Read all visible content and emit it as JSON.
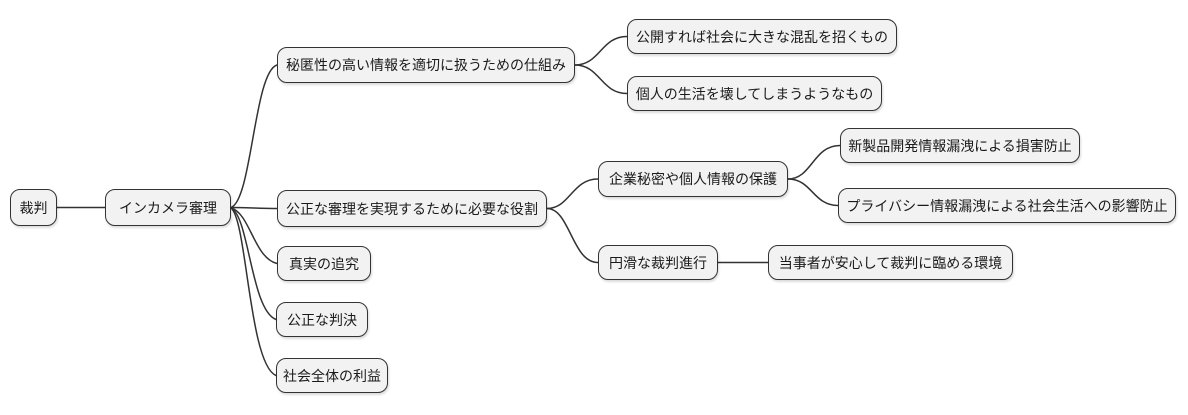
{
  "diagram_type": "mindmap",
  "colors": {
    "node_fill": "#f2f2f2",
    "node_border": "#333333",
    "edge": "#333333",
    "background": "#ffffff",
    "text": "#1a1a1a"
  },
  "nodes": {
    "trial": {
      "label": "裁判",
      "level": 0
    },
    "in_camera": {
      "label": "インカメラ審理",
      "level": 1
    },
    "mechanism": {
      "label": "秘匿性の高い情報を適切に扱うための仕組み",
      "level": 2
    },
    "chaos": {
      "label": "公開すれば社会に大きな混乱を招くもの",
      "level": 3
    },
    "personal_life": {
      "label": "個人の生活を壊してしまうようなもの",
      "level": 3
    },
    "role": {
      "label": "公正な審理を実現するために必要な役割",
      "level": 2
    },
    "protection": {
      "label": "企業秘密や個人情報の保護",
      "level": 3
    },
    "damage": {
      "label": "新製品開発情報漏洩による損害防止",
      "level": 4
    },
    "privacy": {
      "label": "プライバシー情報漏洩による社会生活への影響防止",
      "level": 4
    },
    "smooth": {
      "label": "円滑な裁判進行",
      "level": 3
    },
    "environment": {
      "label": "当事者が安心して裁判に臨める環境",
      "level": 4
    },
    "truth": {
      "label": "真実の追究",
      "level": 2
    },
    "verdict": {
      "label": "公正な判決",
      "level": 2
    },
    "society": {
      "label": "社会全体の利益",
      "level": 2
    }
  },
  "edges": [
    {
      "from": "trial",
      "to": "in_camera"
    },
    {
      "from": "in_camera",
      "to": "mechanism"
    },
    {
      "from": "in_camera",
      "to": "role"
    },
    {
      "from": "in_camera",
      "to": "truth"
    },
    {
      "from": "in_camera",
      "to": "verdict"
    },
    {
      "from": "in_camera",
      "to": "society"
    },
    {
      "from": "mechanism",
      "to": "chaos"
    },
    {
      "from": "mechanism",
      "to": "personal_life"
    },
    {
      "from": "role",
      "to": "protection"
    },
    {
      "from": "role",
      "to": "smooth"
    },
    {
      "from": "protection",
      "to": "damage"
    },
    {
      "from": "protection",
      "to": "privacy"
    },
    {
      "from": "smooth",
      "to": "environment"
    }
  ]
}
